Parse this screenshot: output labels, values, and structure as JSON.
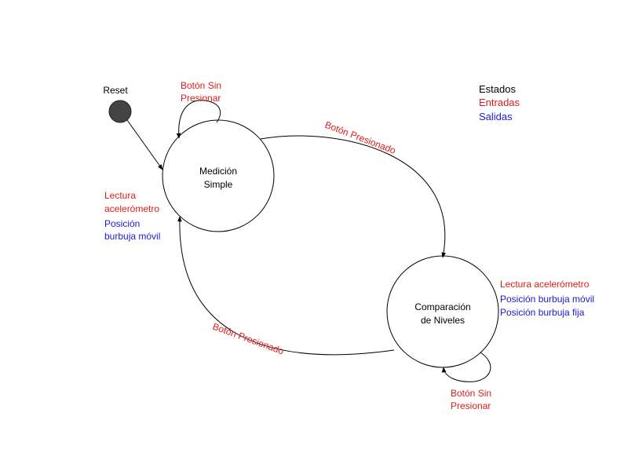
{
  "colors": {
    "state_text": "#000000",
    "input_text": "#e01b1b",
    "output_text": "#1a1ad6",
    "line": "#000000",
    "reset_fill": "#444444"
  },
  "reset": {
    "label": "Reset"
  },
  "states": {
    "medicion": {
      "line1": "Medición",
      "line2": "Simple"
    },
    "comparacion": {
      "line1": "Comparación",
      "line2": "de Niveles"
    }
  },
  "transitions": {
    "self_loop_medicion": {
      "line1": "Botón Sin",
      "line2": "Presionar"
    },
    "medicion_to_comparacion": {
      "label": "Botón Presionado"
    },
    "comparacion_to_medicion": {
      "label": "Botón Presionado"
    },
    "self_loop_comparacion": {
      "line1": "Botón Sin",
      "line2": "Presionar"
    }
  },
  "annotations": {
    "medicion_input": {
      "line1": "Lectura",
      "line2": "acelerómetro"
    },
    "medicion_output": {
      "line1": "Posición",
      "line2": "burbuja móvil"
    },
    "comparacion_input": {
      "line1": "Lectura acelerómetro"
    },
    "comparacion_output": {
      "line1": "Posición burbuja móvil",
      "line2": "Posición burbuja fija"
    }
  },
  "legend": {
    "states": "Estados",
    "inputs": "Entradas",
    "outputs": "Salidas"
  }
}
